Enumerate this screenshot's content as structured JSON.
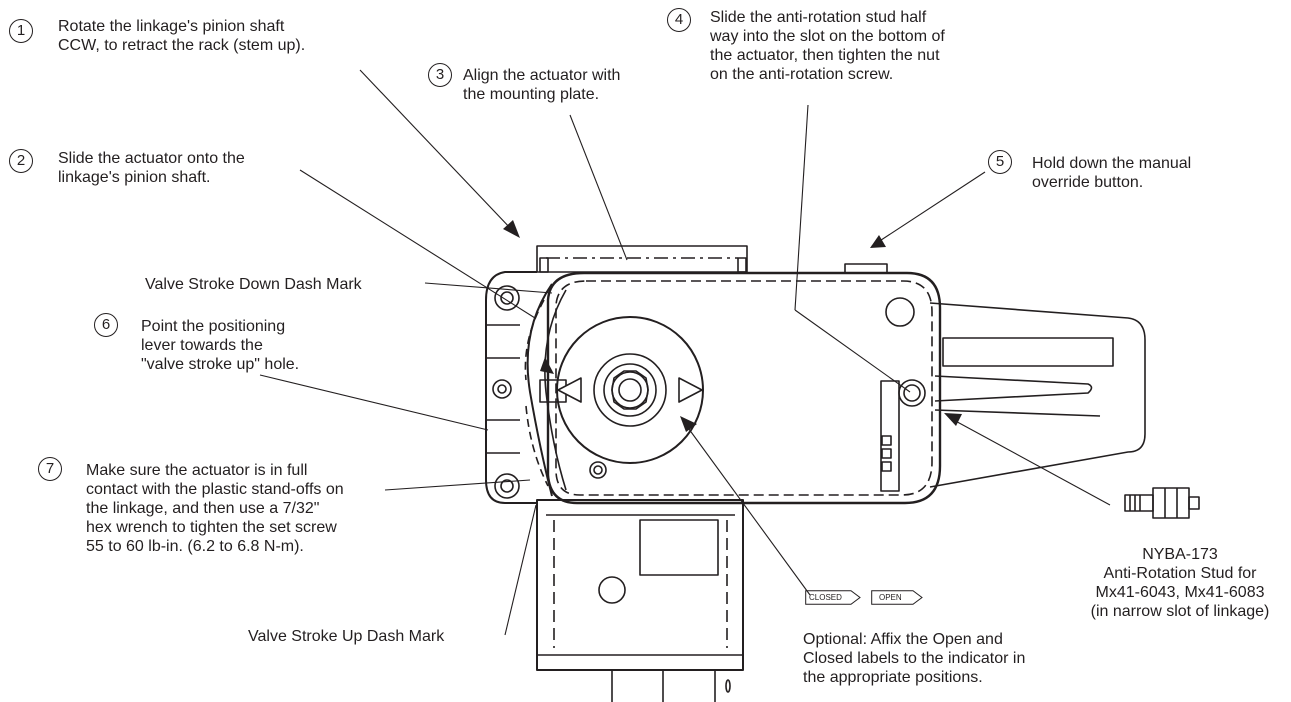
{
  "steps": [
    {
      "num": "1",
      "lines": [
        "Rotate the linkage's pinion shaft",
        "CCW, to retract the rack (stem up)."
      ]
    },
    {
      "num": "2",
      "lines": [
        "Slide the actuator onto the",
        "linkage's pinion shaft."
      ]
    },
    {
      "num": "3",
      "lines": [
        "Align the actuator with",
        "the mounting plate."
      ]
    },
    {
      "num": "4",
      "lines": [
        "Slide the anti-rotation stud half",
        "way into the slot on the bottom of",
        "the actuator, then tighten the nut",
        "on the anti-rotation screw."
      ]
    },
    {
      "num": "5",
      "lines": [
        "Hold down the manual",
        "override button."
      ]
    },
    {
      "num": "6",
      "lines": [
        "Point the positioning",
        "lever towards the",
        "\"valve stroke up\" hole."
      ]
    },
    {
      "num": "7",
      "lines": [
        "Make sure the actuator is in full",
        "contact with the plastic stand-offs on",
        "the linkage, and then use a 7/32\"",
        "hex wrench to tighten the set screw",
        "55 to 60 lb-in. (6.2 to 6.8 N-m)."
      ]
    }
  ],
  "labels": {
    "stroke_down": "Valve Stroke Down Dash Mark",
    "stroke_up": "Valve Stroke Up Dash Mark",
    "stud_lines": [
      "NYBA-173",
      "Anti-Rotation Stud for",
      "Mx41-6043, Mx41-6083",
      "(in narrow slot of linkage)"
    ],
    "optional_lines": [
      "Optional: Affix the Open and",
      "Closed labels to the indicator in",
      "the appropriate positions."
    ],
    "closed_tag": "CLOSED",
    "open_tag": "OPEN"
  }
}
